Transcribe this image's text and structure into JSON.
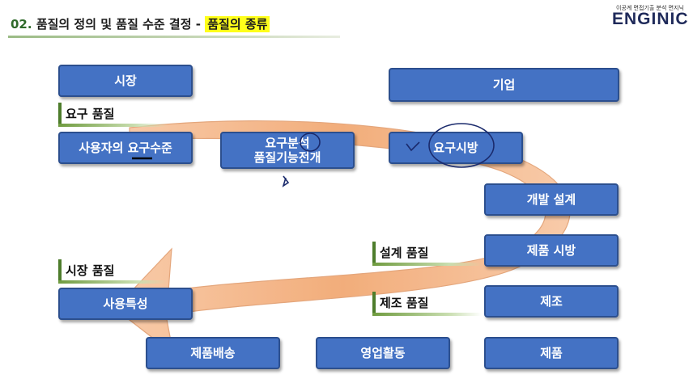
{
  "header": {
    "number": "02.",
    "title": "품질의 정의 및 품질 수준 결정 -",
    "highlight": "품질의 종류"
  },
  "brand": {
    "tagline": "이공계 면접기출 분석 면지닉",
    "logo": "ENGINIC"
  },
  "boxes": {
    "market": "시장",
    "company": "기업",
    "user_requirement": "사용자의 요구수준",
    "req_analysis_line1": "요구분석",
    "req_analysis_line2": "품질기능전개",
    "req_spec": "요구시방",
    "dev_design": "개발 설계",
    "prod_spec": "제품 시방",
    "manufacture": "제조",
    "product": "제품",
    "sales": "영업활동",
    "delivery": "제품배송",
    "usage": "사용특성"
  },
  "labels": {
    "requirement_quality": "요구 품질",
    "design_quality": "설계 품질",
    "manufacturing_quality": "제조 품질",
    "market_quality": "시장 품질"
  },
  "colors": {
    "box_fill": "#4472c4",
    "box_border": "#2c4f8e",
    "arrow_fill": "#f4b183",
    "highlight": "#ffff1a",
    "label_bar": "#4e7d2c"
  }
}
